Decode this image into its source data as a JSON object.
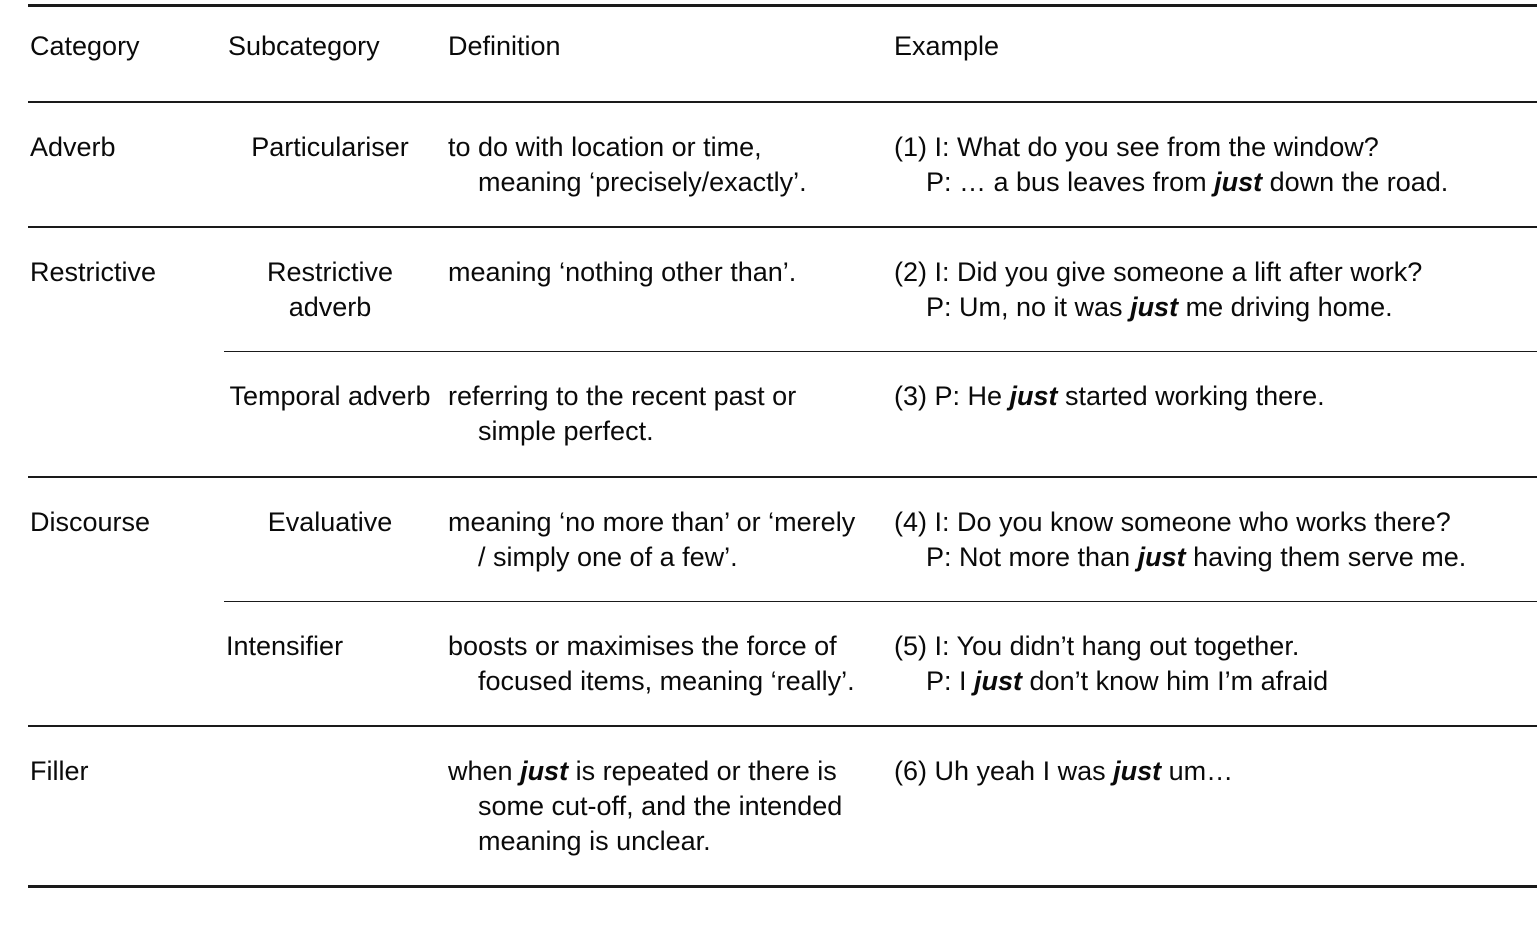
{
  "table": {
    "columns": [
      "Category",
      "Subcategory",
      "Definition",
      "Example"
    ],
    "rows": [
      {
        "category": "Adverb",
        "subcategory": "Particulariser",
        "subcategory_align": "center",
        "definition_lines": [
          "to do with location or time,",
          "meaning ‘precisely/exactly’."
        ],
        "definition_plain": "to do with location or time, meaning ‘precisely/exactly’.",
        "example_lines": [
          {
            "text_before": "(1) I: What do you see from the window?",
            "italic": "",
            "text_after": "",
            "indent": false
          },
          {
            "text_before": "P: … a bus leaves from ",
            "italic": "just",
            "text_after": " down the road.",
            "indent": true
          }
        ],
        "separator_above": "full"
      },
      {
        "category": "Restrictive",
        "subcategory": "Restrictive adverb",
        "subcategory_align": "center",
        "definition_lines": [
          "meaning ‘nothing other than’."
        ],
        "definition_plain": "meaning ‘nothing other than’.",
        "example_lines": [
          {
            "text_before": "(2) I: Did you give someone a lift after work?",
            "italic": "",
            "text_after": "",
            "indent": false
          },
          {
            "text_before": "P: Um, no it was ",
            "italic": "just",
            "text_after": " me driving home.",
            "indent": true
          }
        ],
        "separator_above": "full"
      },
      {
        "category": "",
        "subcategory": "Temporal adverb",
        "subcategory_align": "center",
        "definition_lines": [
          "referring to the recent past or",
          "simple perfect."
        ],
        "definition_plain": "referring to the recent past or simple perfect.",
        "example_lines": [
          {
            "text_before": "(3) P: He ",
            "italic": "just",
            "text_after": " started working there.",
            "indent": false
          }
        ],
        "separator_above": "inner"
      },
      {
        "category": "Discourse",
        "subcategory": "Evaluative",
        "subcategory_align": "center",
        "definition_lines": [
          "meaning ‘no more than’ or",
          "‘merely / simply one of a",
          "few’."
        ],
        "definition_plain": "meaning ‘no more than’ or ‘merely / simply one of a few’.",
        "example_lines": [
          {
            "text_before": "(4) I: Do you know someone who works there?",
            "italic": "",
            "text_after": "",
            "indent": false
          },
          {
            "text_before": "P: Not more than ",
            "italic": "just",
            "text_after": " having them serve me.",
            "indent": true
          }
        ],
        "separator_above": "full"
      },
      {
        "category": "",
        "subcategory": "Intensifier",
        "subcategory_align": "left",
        "definition_lines": [
          "boosts or maximises the force",
          "of focused items, meaning",
          "‘really’."
        ],
        "definition_plain": "boosts or maximises the force of focused items, meaning ‘really’.",
        "example_lines": [
          {
            "text_before": "(5) I: You didn’t hang out together.",
            "italic": "",
            "text_after": "",
            "indent": false
          },
          {
            "text_before": "P: I ",
            "italic": "just",
            "text_after": " don’t know him I’m afraid",
            "indent": true
          }
        ],
        "separator_above": "inner"
      },
      {
        "category": "Filler",
        "subcategory": "",
        "subcategory_align": "left",
        "definition_lines": [
          "when ",
          "is repeated or there",
          "is some cut-off, and the",
          "intended meaning is",
          "unclear."
        ],
        "definition_plain": "when just is repeated or there is some cut-off, and the intended meaning is unclear.",
        "definition_pre": "when ",
        "definition_italic": "just",
        "definition_post": " is repeated or there is some cut-off, and the intended meaning is unclear.",
        "example_lines": [
          {
            "text_before": "(6) Uh yeah I was ",
            "italic": "just",
            "text_after": " um…",
            "indent": false
          }
        ],
        "separator_above": "full"
      }
    ]
  },
  "style": {
    "rule_color": "#1a1a1a",
    "text_color": "#0a0a0a",
    "background": "#ffffff"
  }
}
